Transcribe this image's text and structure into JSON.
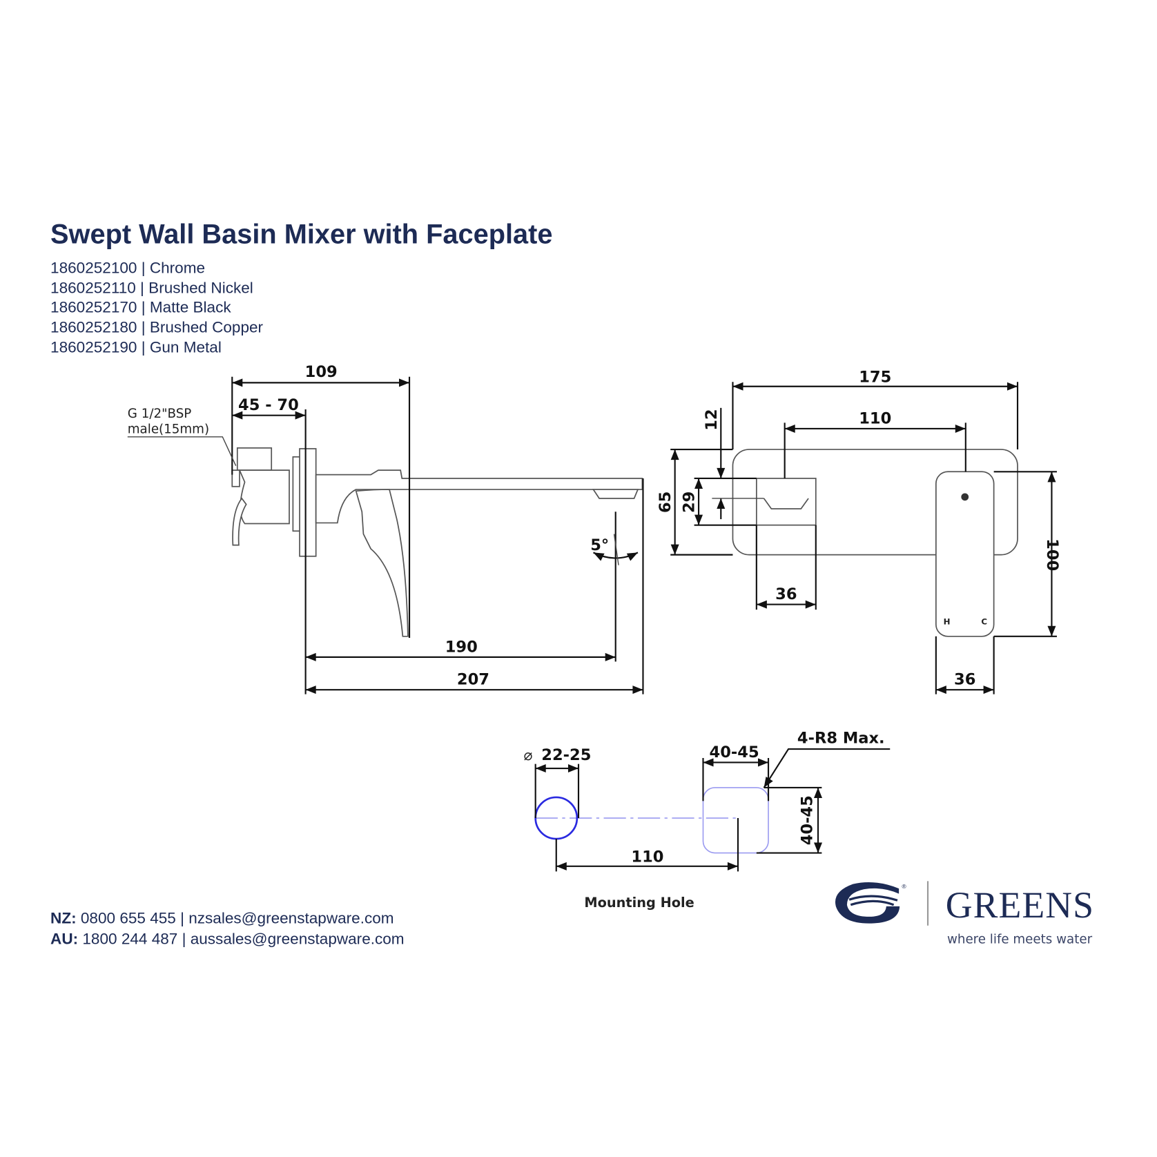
{
  "header": {
    "title": "Swept Wall Basin Mixer with Faceplate",
    "variants": [
      {
        "code": "1860252100",
        "finish": "Chrome"
      },
      {
        "code": "1860252110",
        "finish": "Brushed Nickel"
      },
      {
        "code": "1860252170",
        "finish": "Matte Black"
      },
      {
        "code": "1860252180",
        "finish": "Brushed Copper"
      },
      {
        "code": "1860252190",
        "finish": "Gun Metal"
      }
    ],
    "separator": "|"
  },
  "side_view": {
    "dim_overall_depth": "109",
    "dim_wall_range": "45 - 70",
    "inlet_note_line1": "G 1/2\"BSP",
    "inlet_note_line2": "male(15mm)",
    "dim_spout_reach": "190",
    "dim_total_reach": "207",
    "angle": "5°"
  },
  "front_view": {
    "dim_plate_width": "175",
    "dim_centres": "110",
    "dim_plate_height": "65",
    "dim_spout_height": "29",
    "dim_offset": "12",
    "dim_spout_width": "36",
    "dim_handle_height": "100",
    "dim_handle_width": "36",
    "handle_hot": "H",
    "handle_cold": "C"
  },
  "mounting": {
    "dim_hole_diameter": "22-25",
    "diameter_symbol": "⌀",
    "dim_square_width": "40-45",
    "dim_square_height": "40-45",
    "radius_note": "4-R8 Max.",
    "dim_centres": "110",
    "caption": "Mounting Hole"
  },
  "footer": {
    "nz_label": "NZ:",
    "nz_contact": "0800 655 455 | nzsales@greenstapware.com",
    "au_label": "AU:",
    "au_contact": "1800 244 487 | aussales@greenstapware.com"
  },
  "brand": {
    "name": "GREENS",
    "tagline": "where life meets water",
    "registered": "®"
  },
  "colors": {
    "navy": "#1d2b55",
    "hole_blue": "#2a2ae0",
    "hole_light": "#9a9af0"
  }
}
